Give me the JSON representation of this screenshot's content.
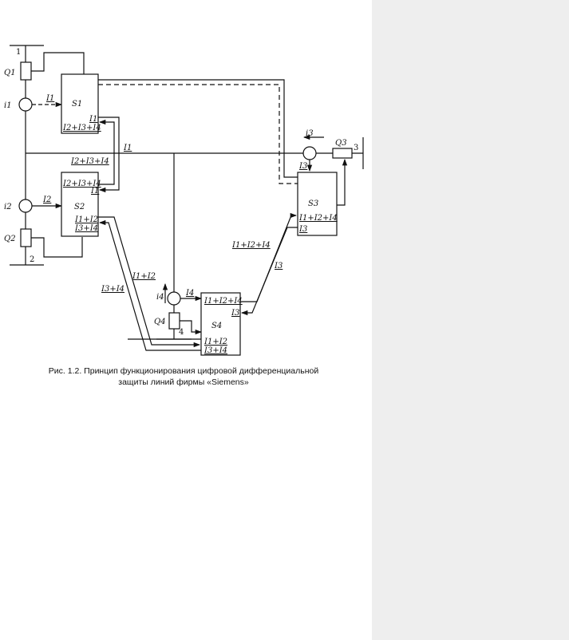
{
  "diagram": {
    "busbars": {
      "b1": "1",
      "b2": "2",
      "b3": "3",
      "b4": "4"
    },
    "breakers": {
      "q1": "Q1",
      "q2": "Q2",
      "q3": "Q3",
      "q4": "Q4"
    },
    "stations": {
      "s1": "S1",
      "s2": "S2",
      "s3": "S3",
      "s4": "S4"
    },
    "sensors": {
      "i1": "i1",
      "i2": "i2",
      "i3": "i3",
      "i4": "i4"
    },
    "currents": {
      "main_I1": "I1",
      "in_S1": "I1",
      "in_S2": "I2",
      "in_S3": "I3",
      "in_S4": "I4",
      "S1_port_I1": "I1",
      "S1_port_sum": "I2+I3+I4",
      "S2_port_sum": "I2+I3+I4",
      "S2_port_I1": "I1",
      "S2_port_12": "I1+I2",
      "S2_port_34": "I3+I4",
      "S3_port_sum": "I1+I2+I4",
      "S3_port_I3": "I3",
      "S4_port_sum": "I1+I2+I4",
      "S4_port_I3": "I3",
      "S4_port_12": "I1+I2",
      "S4_port_34": "I3+I4",
      "link_mid_sum": "I2+I3+I4",
      "link_S2_S4_12": "I1+I2",
      "link_S2_S4_34": "I3+I4",
      "link_S3_S4_sum": "I1+I2+I4",
      "link_S3_S4_I3": "I3"
    }
  },
  "caption": {
    "line1": "Рис. 1.2. Принцип функционирования цифровой дифференциальной",
    "line2": "защиты линий фирмы «Siemens»"
  }
}
